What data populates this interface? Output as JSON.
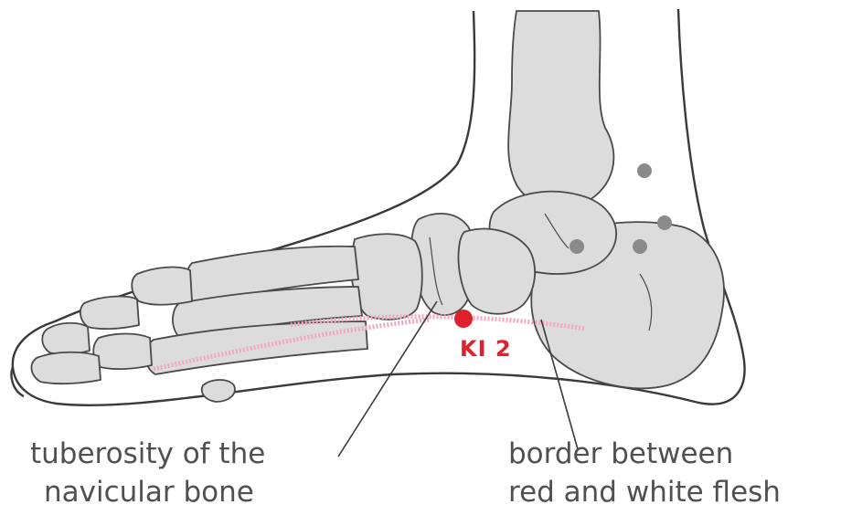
{
  "point": {
    "name": "KI 2"
  },
  "labels": {
    "left_line1": "tuberosity of the",
    "left_line2": "navicular bone",
    "right_line1": "border between",
    "right_line2": "red and white flesh"
  },
  "colors": {
    "bone_fill": "#dcdcdc",
    "outline": "#3a3a3a",
    "point": "#e0202c",
    "border_band": "#f0a8c0",
    "marker": "#8a8a8a"
  }
}
